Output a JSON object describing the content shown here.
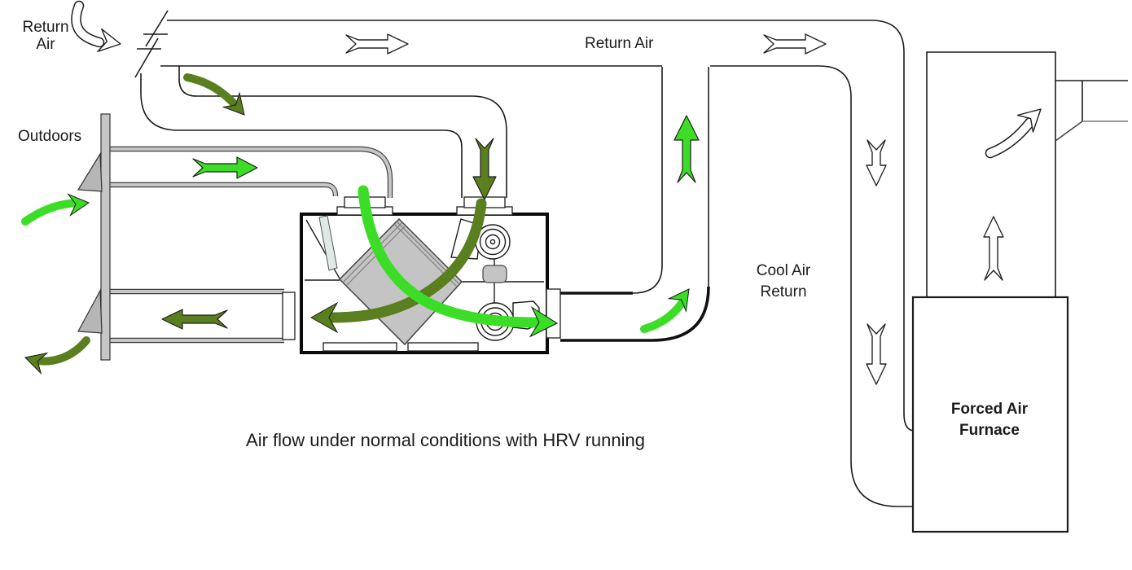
{
  "diagram": {
    "labels": {
      "return_air_outlet": {
        "line1": "Return",
        "line2": "Air"
      },
      "outdoors": "Outdoors",
      "return_air_trunk": "Return Air",
      "cool_air_return": {
        "line1": "Cool Air",
        "line2": "Return"
      },
      "furnace": {
        "line1": "Forced Air",
        "line2": "Furnace"
      },
      "caption": "Air flow under normal conditions with HRV running"
    },
    "colors": {
      "fresh_air_green": "#3bdd27",
      "stale_air_olive": "#597f1e",
      "duct_gray": "#c6c6c6",
      "wall_gray": "#c6c6c6",
      "core_gray": "#c4c4c4"
    }
  }
}
